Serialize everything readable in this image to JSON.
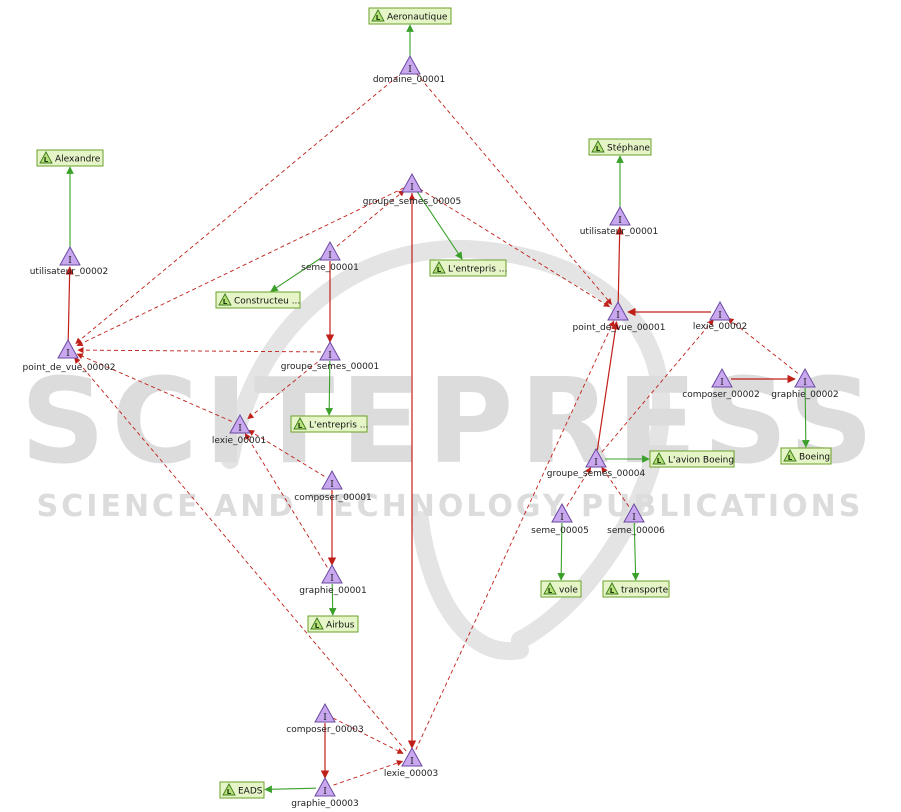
{
  "watermark": {
    "title": "SCITEPRESS",
    "subtitle": "SCIENCE AND TECHNOLOGY PUBLICATIONS"
  },
  "colors": {
    "instance_fill": "#c9a8f0",
    "instance_stroke": "#6a4aa0",
    "literal_fill": "#e6f5c8",
    "literal_stroke": "#6aa02a",
    "object_edge": "#c0201a",
    "literal_edge": "#3aa02a",
    "watermark": "#dcdcdc"
  },
  "instance_glyph": "I",
  "literal_glyph": "L",
  "instances": [
    {
      "id": "domaine_00001",
      "label": "domaine_00001"
    },
    {
      "id": "utilisateur_00002",
      "label": "utilisateur_00002"
    },
    {
      "id": "point_de_vue_00002",
      "label": "point_de_vue_00002"
    },
    {
      "id": "groupe_semes_00005",
      "label": "groupe_semes_00005"
    },
    {
      "id": "seme_00001",
      "label": "seme_00001"
    },
    {
      "id": "groupe_semes_00001",
      "label": "groupe_semes_00001"
    },
    {
      "id": "lexie_00001",
      "label": "lexie_00001"
    },
    {
      "id": "composer_00001",
      "label": "composer_00001"
    },
    {
      "id": "graphie_00001",
      "label": "graphie_00001"
    },
    {
      "id": "composer_00003",
      "label": "composer_00003"
    },
    {
      "id": "lexie_00003",
      "label": "lexie_00003"
    },
    {
      "id": "graphie_00003",
      "label": "graphie_00003"
    },
    {
      "id": "utilisateur_00001",
      "label": "utilisateur_00001"
    },
    {
      "id": "point_de_vue_00001",
      "label": "point_de_vue_00001"
    },
    {
      "id": "lexie_00002",
      "label": "lexie_00002"
    },
    {
      "id": "composer_00002",
      "label": "composer_00002"
    },
    {
      "id": "graphie_00002",
      "label": "graphie_00002"
    },
    {
      "id": "groupe_semes_00004",
      "label": "groupe_semes_00004"
    },
    {
      "id": "seme_00005",
      "label": "seme_00005"
    },
    {
      "id": "seme_00006",
      "label": "seme_00006"
    }
  ],
  "literals": [
    {
      "id": "lit_aeronautique",
      "text": "Aeronautique"
    },
    {
      "id": "lit_alexandre",
      "text": "Alexandre"
    },
    {
      "id": "lit_stephane",
      "text": "Stéphane"
    },
    {
      "id": "lit_entrepris_1",
      "text": "L'entrepris ..."
    },
    {
      "id": "lit_constructeu",
      "text": "Constructeu ..."
    },
    {
      "id": "lit_entrepris_2",
      "text": "L'entrepris ..."
    },
    {
      "id": "lit_avion_boeing",
      "text": "L'avion Boeing"
    },
    {
      "id": "lit_boeing",
      "text": "Boeing"
    },
    {
      "id": "lit_vole",
      "text": "vole"
    },
    {
      "id": "lit_transporte",
      "text": "transporte"
    },
    {
      "id": "lit_airbus",
      "text": "Airbus"
    },
    {
      "id": "lit_eads",
      "text": "EADS"
    }
  ],
  "edges": [
    {
      "from": "domaine_00001",
      "to": "lit_aeronautique",
      "kind": "literal"
    },
    {
      "from": "utilisateur_00002",
      "to": "lit_alexandre",
      "kind": "literal"
    },
    {
      "from": "utilisateur_00001",
      "to": "lit_stephane",
      "kind": "literal"
    },
    {
      "from": "groupe_semes_00005",
      "to": "lit_entrepris_1",
      "kind": "literal"
    },
    {
      "from": "seme_00001",
      "to": "lit_constructeu",
      "kind": "literal"
    },
    {
      "from": "groupe_semes_00001",
      "to": "lit_entrepris_2",
      "kind": "literal"
    },
    {
      "from": "groupe_semes_00004",
      "to": "lit_avion_boeing",
      "kind": "literal"
    },
    {
      "from": "graphie_00002",
      "to": "lit_boeing",
      "kind": "literal"
    },
    {
      "from": "seme_00005",
      "to": "lit_vole",
      "kind": "literal"
    },
    {
      "from": "seme_00006",
      "to": "lit_transporte",
      "kind": "literal"
    },
    {
      "from": "graphie_00001",
      "to": "lit_airbus",
      "kind": "literal"
    },
    {
      "from": "graphie_00003",
      "to": "lit_eads",
      "kind": "literal"
    },
    {
      "from": "point_de_vue_00002",
      "to": "utilisateur_00002",
      "kind": "object",
      "style": "solid"
    },
    {
      "from": "groupe_semes_00005",
      "to": "lexie_00003",
      "kind": "object",
      "style": "solid"
    },
    {
      "from": "seme_00001",
      "to": "groupe_semes_00001",
      "kind": "object",
      "style": "solid"
    },
    {
      "from": "composer_00001",
      "to": "graphie_00001",
      "kind": "object",
      "style": "solid"
    },
    {
      "from": "point_de_vue_00001",
      "to": "utilisateur_00001",
      "kind": "object",
      "style": "solid"
    },
    {
      "from": "composer_00002",
      "to": "graphie_00002",
      "kind": "object",
      "style": "solid"
    },
    {
      "from": "composer_00003",
      "to": "graphie_00003",
      "kind": "object",
      "style": "solid"
    },
    {
      "from": "lexie_00002",
      "to": "point_de_vue_00001",
      "kind": "object",
      "style": "solid"
    },
    {
      "from": "groupe_semes_00004",
      "to": "point_de_vue_00001",
      "kind": "object",
      "style": "solid"
    },
    {
      "from": "domaine_00001",
      "to": "point_de_vue_00002",
      "kind": "object",
      "style": "dashed"
    },
    {
      "from": "domaine_00001",
      "to": "point_de_vue_00001",
      "kind": "object",
      "style": "dashed"
    },
    {
      "from": "groupe_semes_00005",
      "to": "point_de_vue_00002",
      "kind": "object",
      "style": "dashed"
    },
    {
      "from": "groupe_semes_00005",
      "to": "point_de_vue_00001",
      "kind": "object",
      "style": "dashed"
    },
    {
      "from": "seme_00001",
      "to": "groupe_semes_00005",
      "kind": "object",
      "style": "dashed"
    },
    {
      "from": "groupe_semes_00001",
      "to": "point_de_vue_00002",
      "kind": "object",
      "style": "dashed"
    },
    {
      "from": "groupe_semes_00001",
      "to": "lexie_00001",
      "kind": "object",
      "style": "dashed"
    },
    {
      "from": "lexie_00001",
      "to": "point_de_vue_00002",
      "kind": "object",
      "style": "dashed"
    },
    {
      "from": "composer_00001",
      "to": "lexie_00001",
      "kind": "object",
      "style": "dashed"
    },
    {
      "from": "graphie_00001",
      "to": "lexie_00001",
      "kind": "object",
      "style": "dashed"
    },
    {
      "from": "lexie_00003",
      "to": "point_de_vue_00002",
      "kind": "object",
      "style": "dashed"
    },
    {
      "from": "lexie_00003",
      "to": "point_de_vue_00001",
      "kind": "object",
      "style": "dashed"
    },
    {
      "from": "lexie_00003",
      "to": "groupe_semes_00005",
      "kind": "object",
      "style": "dashed"
    },
    {
      "from": "composer_00003",
      "to": "lexie_00003",
      "kind": "object",
      "style": "dashed"
    },
    {
      "from": "graphie_00003",
      "to": "lexie_00003",
      "kind": "object",
      "style": "dashed"
    },
    {
      "from": "groupe_semes_00004",
      "to": "lexie_00002",
      "kind": "object",
      "style": "dashed"
    },
    {
      "from": "graphie_00002",
      "to": "lexie_00002",
      "kind": "object",
      "style": "dashed"
    },
    {
      "from": "seme_00005",
      "to": "groupe_semes_00004",
      "kind": "object",
      "style": "dashed"
    },
    {
      "from": "seme_00006",
      "to": "groupe_semes_00004",
      "kind": "object",
      "style": "dashed"
    }
  ]
}
